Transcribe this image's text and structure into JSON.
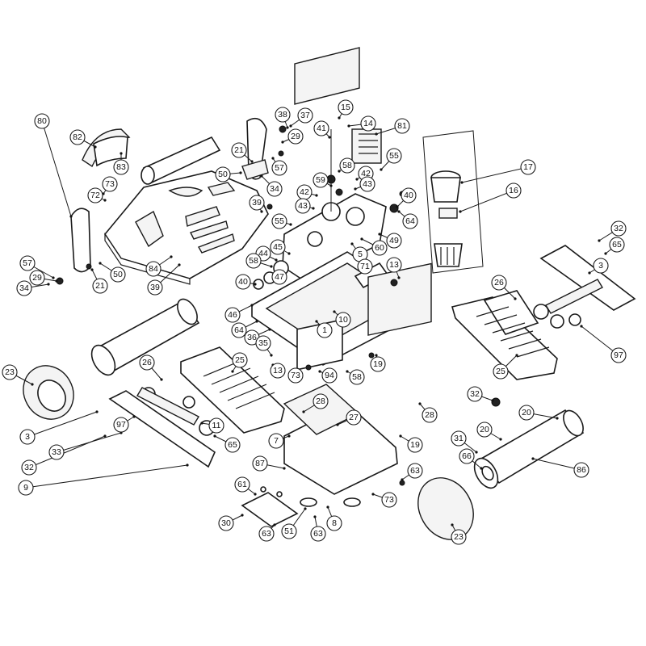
{
  "callouts": [
    {
      "label": "80"
    },
    {
      "label": "82"
    },
    {
      "label": "83"
    },
    {
      "label": "73"
    },
    {
      "label": "72"
    },
    {
      "label": "57"
    },
    {
      "label": "29"
    },
    {
      "label": "34"
    },
    {
      "label": "21"
    },
    {
      "label": "50"
    },
    {
      "label": "84"
    },
    {
      "label": "39"
    },
    {
      "label": "38"
    },
    {
      "label": "37"
    },
    {
      "label": "29"
    },
    {
      "label": "21"
    },
    {
      "label": "50"
    },
    {
      "label": "57"
    },
    {
      "label": "34"
    },
    {
      "label": "39"
    },
    {
      "label": "15"
    },
    {
      "label": "14"
    },
    {
      "label": "81"
    },
    {
      "label": "41"
    },
    {
      "label": "58"
    },
    {
      "label": "59"
    },
    {
      "label": "42"
    },
    {
      "label": "43"
    },
    {
      "label": "42"
    },
    {
      "label": "43"
    },
    {
      "label": "55"
    },
    {
      "label": "55"
    },
    {
      "label": "40"
    },
    {
      "label": "64"
    },
    {
      "label": "49"
    },
    {
      "label": "5"
    },
    {
      "label": "60"
    },
    {
      "label": "71"
    },
    {
      "label": "45"
    },
    {
      "label": "44"
    },
    {
      "label": "58"
    },
    {
      "label": "47"
    },
    {
      "label": "40"
    },
    {
      "label": "46"
    },
    {
      "label": "64"
    },
    {
      "label": "36"
    },
    {
      "label": "1"
    },
    {
      "label": "10"
    },
    {
      "label": "13"
    },
    {
      "label": "17"
    },
    {
      "label": "16"
    },
    {
      "label": "32"
    },
    {
      "label": "65"
    },
    {
      "label": "3"
    },
    {
      "label": "26"
    },
    {
      "label": "97"
    },
    {
      "label": "25"
    },
    {
      "label": "23"
    },
    {
      "label": "26"
    },
    {
      "label": "25"
    },
    {
      "label": "35"
    },
    {
      "label": "13"
    },
    {
      "label": "73"
    },
    {
      "label": "94"
    },
    {
      "label": "58"
    },
    {
      "label": "19"
    },
    {
      "label": "32"
    },
    {
      "label": "3"
    },
    {
      "label": "97"
    },
    {
      "label": "11"
    },
    {
      "label": "65"
    },
    {
      "label": "33"
    },
    {
      "label": "32"
    },
    {
      "label": "9"
    },
    {
      "label": "28"
    },
    {
      "label": "7"
    },
    {
      "label": "27"
    },
    {
      "label": "28"
    },
    {
      "label": "19"
    },
    {
      "label": "20"
    },
    {
      "label": "20"
    },
    {
      "label": "31"
    },
    {
      "label": "66"
    },
    {
      "label": "86"
    },
    {
      "label": "87"
    },
    {
      "label": "61"
    },
    {
      "label": "63"
    },
    {
      "label": "30"
    },
    {
      "label": "63"
    },
    {
      "label": "51"
    },
    {
      "label": "63"
    },
    {
      "label": "8"
    },
    {
      "label": "73"
    },
    {
      "label": "23"
    }
  ]
}
